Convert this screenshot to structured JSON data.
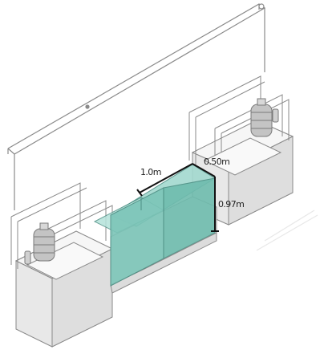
{
  "dimensions": {
    "length": "1.0m",
    "depth": "0.50m",
    "height": "0.97m"
  },
  "colors": {
    "background": "#ffffff",
    "outline": "#8a8a8a",
    "structure_fill": "#ececec",
    "structure_side": "#dcdcdc",
    "glass_front": "#7cc5b8",
    "glass_top": "#a3d9cf",
    "glass_side": "#5fae9f",
    "dimension_line": "#111111",
    "bottle": "#bfbfbf"
  }
}
